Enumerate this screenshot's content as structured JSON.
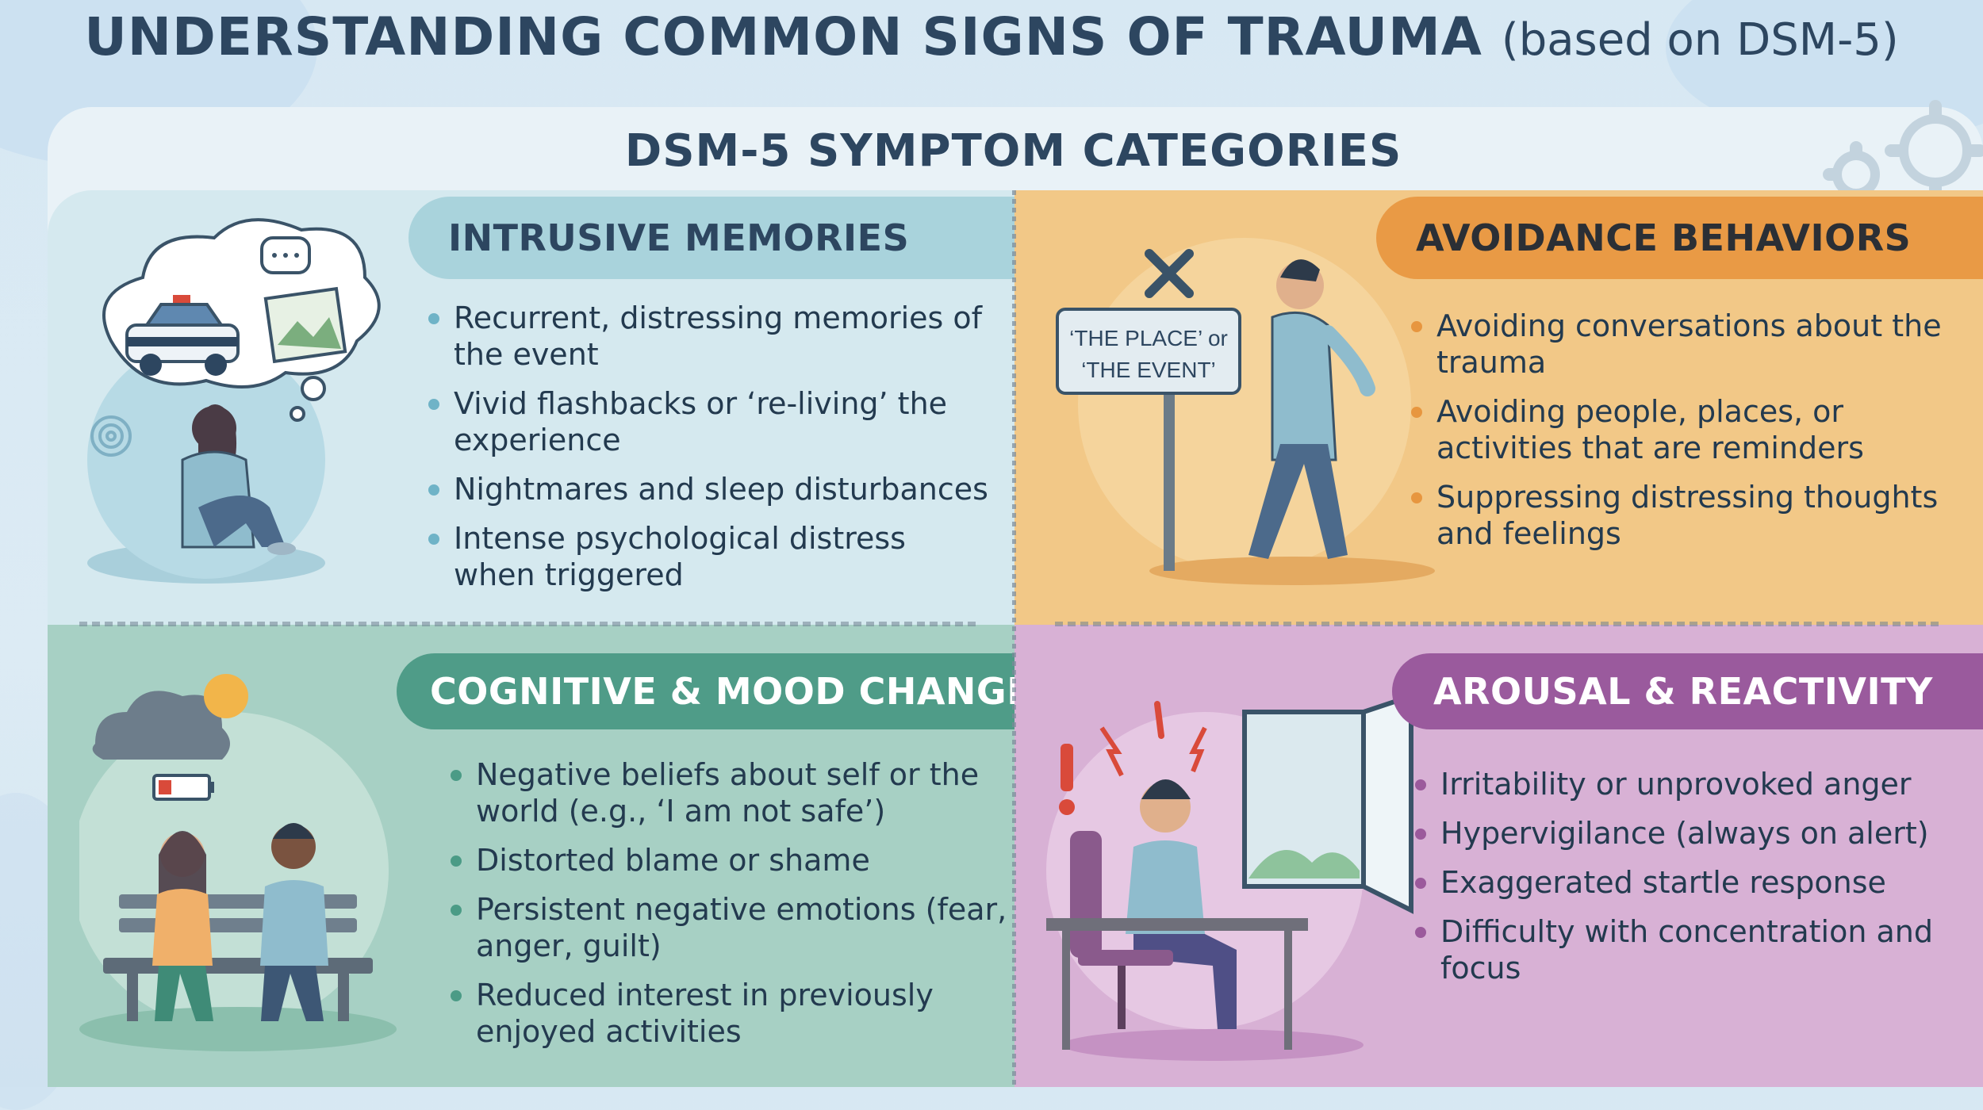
{
  "header": {
    "title": "UNDERSTANDING COMMON SIGNS OF TRAUMA",
    "subtitle": "(based on DSM-5)"
  },
  "section": {
    "title": "DSM-5 SYMPTOM CATEGORIES"
  },
  "quadrants": {
    "intrusive": {
      "heading": "INTRUSIVE MEMORIES",
      "items": [
        "Recurrent, distressing memories of the event",
        "Vivid flashbacks or ‘re-living’ the experience",
        "Nightmares and sleep disturbances",
        "Intense psychological distress when triggered"
      ]
    },
    "avoidance": {
      "heading": "AVOIDANCE BEHAVIORS",
      "sign_line1": "‘THE PLACE’ or",
      "sign_line2": "‘THE EVENT’",
      "items": [
        "Avoiding conversations about the trauma",
        "Avoiding people, places, or activities that are reminders",
        "Suppressing distressing thoughts and feelings"
      ]
    },
    "cognitive": {
      "heading": "COGNITIVE & MOOD CHANGES",
      "items": [
        "Negative beliefs about self or the world (e.g., ‘I am not safe’)",
        "Distorted blame or shame",
        "Persistent negative emotions (fear, anger, guilt)",
        "Reduced interest in previously enjoyed activities"
      ]
    },
    "arousal": {
      "heading": "AROUSAL & REACTIVITY",
      "items": [
        "Irritability or unprovoked anger",
        "Hypervigilance (always on alert)",
        "Exaggerated startle response",
        "Difficulty with concentration and focus"
      ]
    }
  },
  "colors": {
    "intrusive_header": "#a9d3dc",
    "avoidance_header": "#e99a45",
    "cognitive_header": "#4f9c88",
    "arousal_header": "#9a5a9d",
    "title_text": "#2d4660"
  },
  "icons": [
    "thought-cloud-icon",
    "police-car-icon",
    "broken-photo-icon",
    "no-entry-sign-icon",
    "storm-cloud-icon",
    "low-battery-icon",
    "window-icon",
    "startle-mark-icon",
    "gear-icon"
  ]
}
